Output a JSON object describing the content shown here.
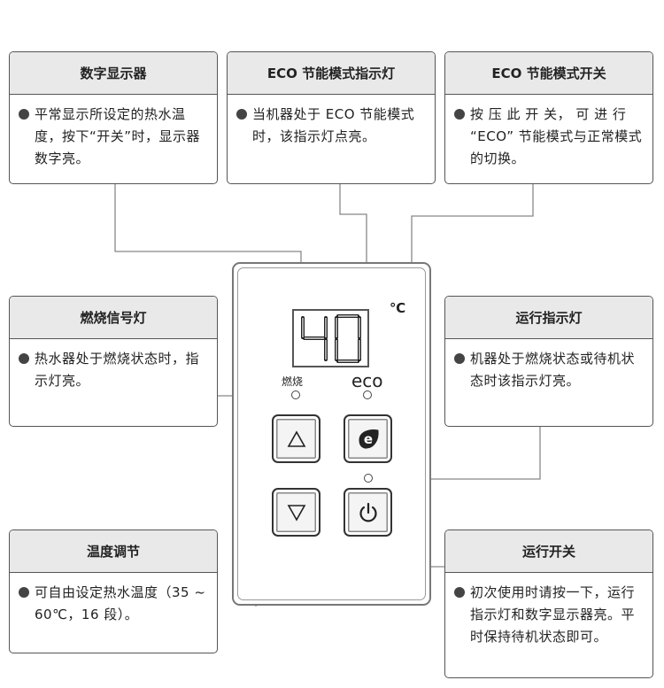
{
  "boxes": {
    "display": {
      "title": "数字显示器",
      "text": "平常显示所设定的热水温度，按下“开关”时，显示器数字亮。"
    },
    "eco_indicator": {
      "title": "ECO 节能模式指示灯",
      "text": "当机器处于 ECO 节能模式时，该指示灯点亮。"
    },
    "eco_switch": {
      "title": "ECO 节能模式开关",
      "text": "按 压 此 开 关， 可 进 行 “ECO” 节能模式与正常模式的切换。"
    },
    "burn_signal": {
      "title": "燃烧信号灯",
      "text": "热水器处于燃烧状态时，指示灯亮。"
    },
    "run_indicator": {
      "title": "运行指示灯",
      "text": "机器处于燃烧状态或待机状态时该指示灯亮。"
    },
    "temp_adjust": {
      "title": "温度调节",
      "text": "可自由设定热水温度（35 ~ 60℃，16 段）。"
    },
    "run_switch": {
      "title": "运行开关",
      "text": "初次使用时请按一下，运行指示灯和数字显示器亮。平时保持待机状态即可。"
    }
  },
  "panel": {
    "temperature": "40",
    "unit": "℃",
    "burn_label": "燃烧",
    "eco_label": "eco",
    "eco_button_symbol": "e"
  },
  "icons": [
    "up-triangle-icon",
    "down-triangle-icon",
    "eco-e-icon",
    "power-icon",
    "bullet-dot-icon"
  ],
  "colors": {
    "box_header": "#e9e9e9",
    "border": "#555555"
  }
}
